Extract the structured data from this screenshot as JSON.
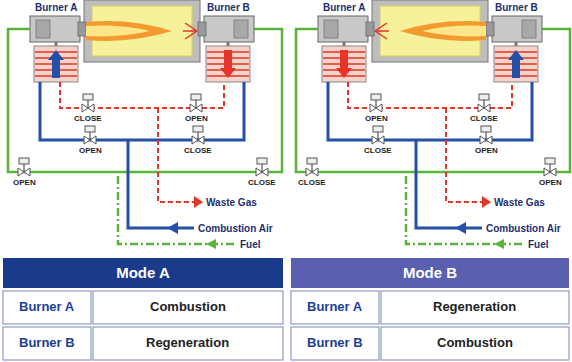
{
  "diagram": {
    "nodes": [
      {
        "text": [
          "Burner A"
        ]
      },
      {
        "text": [
          "Burner B"
        ]
      },
      {
        "text": [
          "Burner A"
        ]
      },
      {
        "text": [
          "Burner B"
        ]
      },
      {
        "text": [
          "Mode A"
        ]
      },
      {
        "text": [
          "Mode B"
        ]
      }
    ],
    "labels": [
      "CLOSE",
      "OPEN",
      "OPEN",
      "CLOSE",
      "OPEN",
      "CLOSE",
      "Waste Gas",
      "Combustion Air",
      "Fuel",
      "OPEN",
      "CLOSE",
      "CLOSE",
      "OPEN",
      "CLOSE",
      "OPEN",
      "Waste Gas",
      "Combustion Air",
      "Fuel",
      "Burner A",
      "Combustion",
      "Burner B",
      "Regeneration",
      "Burner A",
      "Regeneration",
      "Burner B",
      "Combustion"
    ]
  }
}
